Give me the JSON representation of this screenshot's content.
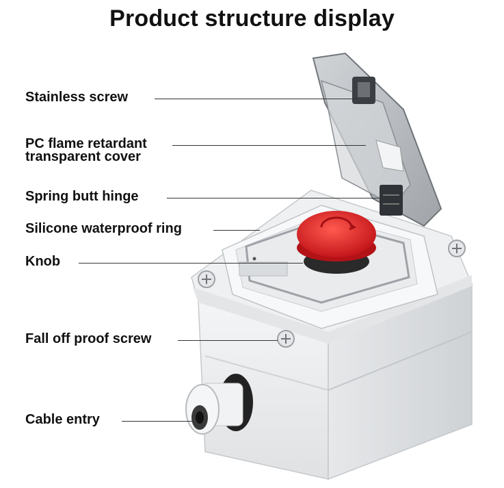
{
  "title": "Product structure display",
  "labels": {
    "stainless_screw": "Stainless screw",
    "pc_cover_line1": "PC flame retardant",
    "pc_cover_line2": "transparent cover",
    "spring_hinge": "Spring butt hinge",
    "silicone_ring": "Silicone waterproof ring",
    "knob": "Knob",
    "fall_off_screw": "Fall off proof screw",
    "cable_entry": "Cable entry"
  },
  "colors": {
    "knob_red": "#e02424",
    "housing_white": "#f2f3f4",
    "cover_smoke": "#a9adb2"
  }
}
